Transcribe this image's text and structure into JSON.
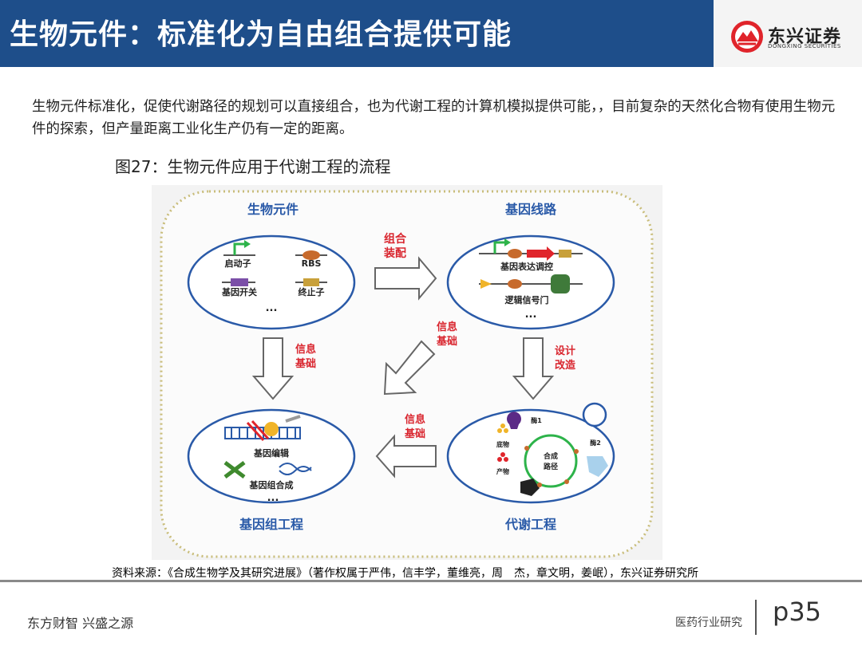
{
  "header": {
    "title": "生物元件：标准化为自由组合提供可能"
  },
  "logo": {
    "cn": "东兴证券",
    "en": "DONGXING SECURITIES"
  },
  "intro_text": "生物元件标准化，促使代谢路径的规划可以直接组合，也为代谢工程的计算机模拟提供可能，，目前复杂的天然化合物有使用生物元件的探索，但产量距离工业化生产仍有一定的距离。",
  "figure": {
    "caption": "图27：生物元件应用于代谢工程的流程",
    "nodes": {
      "parts": {
        "title": "生物元件",
        "items": [
          "启动子",
          "RBS",
          "基因开关",
          "终止子"
        ],
        "more": "..."
      },
      "circuit": {
        "title": "基因线路",
        "items": [
          "基因表达调控",
          "逻辑信号门"
        ],
        "more": "..."
      },
      "genome": {
        "title": "基因组工程",
        "items": [
          "基因编辑",
          "基因组合成"
        ],
        "more": "..."
      },
      "metabolic": {
        "title": "代谢工程",
        "labels": [
          "酶1",
          "底物",
          "合成",
          "路径",
          "酶2",
          "产物"
        ]
      }
    },
    "arrows": {
      "combine": [
        "组合",
        "装配"
      ],
      "info_left": [
        "信息",
        "基础"
      ],
      "info_diag": [
        "信息",
        "基础"
      ],
      "design": [
        "设计",
        "改造"
      ],
      "info_bottom": [
        "信息",
        "基础"
      ]
    }
  },
  "source": "资料来源：《合成生物学及其研究进展》（著作权属于严伟，信丰学，董维亮，周　杰，章文明，姜岷），东兴证券研究所",
  "footer": {
    "left": "东方财智 兴盛之源",
    "right": "医药行业研究",
    "page": "p35"
  },
  "colors": {
    "header_bg": "#1e4e8a",
    "accent_red": "#e0242b",
    "node_blue": "#2a5aa8",
    "arrow_red": "#d9252e"
  }
}
